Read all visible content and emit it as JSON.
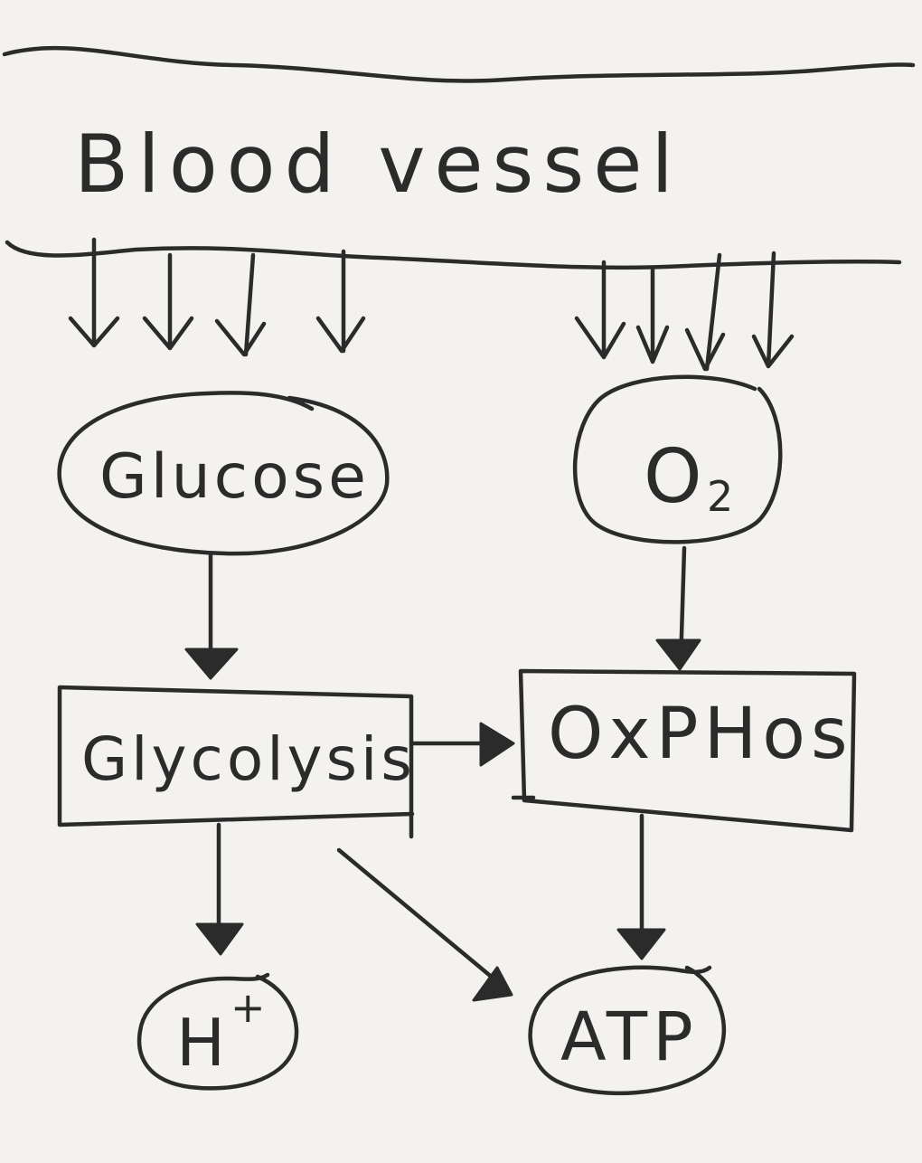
{
  "vessel": {
    "label": "Blood vessel"
  },
  "nodes": {
    "glucose": "Glucose",
    "o2": "O",
    "o2_sub": "2",
    "glycolysis": "Glycolysis",
    "oxphos": "OxPHos",
    "h_plus": "H",
    "h_plus_sup": "+",
    "atp": "ATP"
  },
  "colors": {
    "ink": "#2b2b2b",
    "paper": "#f4f2ee"
  }
}
